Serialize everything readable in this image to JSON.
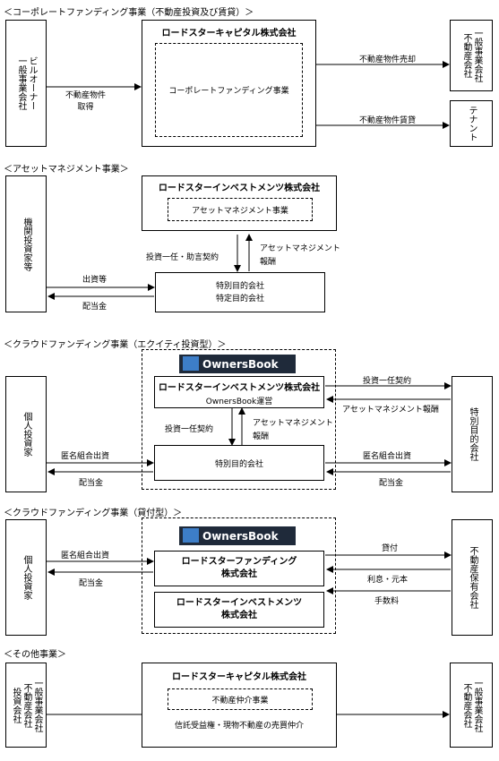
{
  "s1": {
    "header": "＜コーポレートファンディング事業（不動産投資及び賃貸）＞",
    "left": "ビルオーナー\n一般事業会社",
    "company": "ロードスターキャピタル株式会社",
    "inner": "コーポレートファンディング事業",
    "arrow_in": "不動産物件\n取得",
    "arrow_sale": "不動産物件売却",
    "arrow_lease": "不動産物件賃貸",
    "right1": "一般事業会社\n不動産会社",
    "right2": "テナント"
  },
  "s2": {
    "header": "＜アセットマネジメント事業＞",
    "left": "機関投資家等",
    "company": "ロードスターインベストメンツ株式会社",
    "inner": "アセットマネジメント事業",
    "contract": "投資一任・助言契約",
    "fee": "アセットマネジメント\n報酬",
    "spc": "特別目的会社\n特定目的会社",
    "invest": "出資等",
    "dividend": "配当金"
  },
  "s3": {
    "header": "＜クラウドファンディング事業（エクイティ投資型）＞",
    "logo": "OwnersBook",
    "left": "個人投資家",
    "company": "ロードスターインベストメンツ株式会社",
    "ops": "OwnersBook運営",
    "contract": "投資一任契約",
    "fee": "アセットマネジメント\n報酬",
    "spc": "特別目的会社",
    "anon": "匿名組合出資",
    "dividend": "配当金",
    "r_contract": "投資一任契約",
    "r_fee": "アセットマネジメント報酬",
    "r_anon": "匿名組合出資",
    "r_dividend": "配当金",
    "right": "特別目的会社"
  },
  "s4": {
    "header": "＜クラウドファンディング事業（貸付型）＞",
    "logo": "OwnersBook",
    "left": "個人投資家",
    "company1": "ロードスターファンディング\n株式会社",
    "company2": "ロードスターインベストメンツ\n株式会社",
    "anon": "匿名組合出資",
    "dividend": "配当金",
    "loan": "貸付",
    "interest": "利息・元本",
    "fee": "手数料",
    "right": "不動産保有会社"
  },
  "s5": {
    "header": "＜その他事業＞",
    "left": "一般事業会社\n不動産会社\n投資会社",
    "company": "ロードスターキャピタル株式会社",
    "inner": "不動産仲介事業",
    "broker": "信託受益権・現物不動産の売買仲介",
    "right": "一般事業会社\n不動産会社"
  }
}
